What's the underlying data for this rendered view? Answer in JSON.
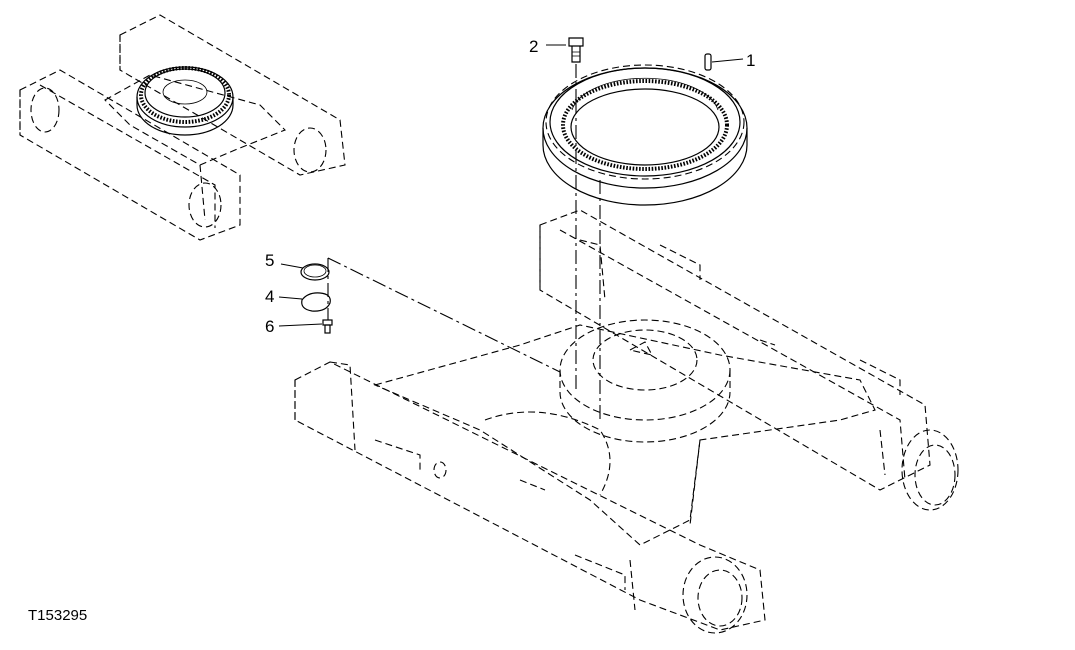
{
  "figure_id": "T153295",
  "callouts": [
    {
      "number": "1",
      "part": "dowel-pin"
    },
    {
      "number": "2",
      "part": "cap-screw"
    },
    {
      "number": "4",
      "part": "cover-plate"
    },
    {
      "number": "5",
      "part": "gasket"
    },
    {
      "number": "6",
      "part": "cap-screw"
    }
  ]
}
